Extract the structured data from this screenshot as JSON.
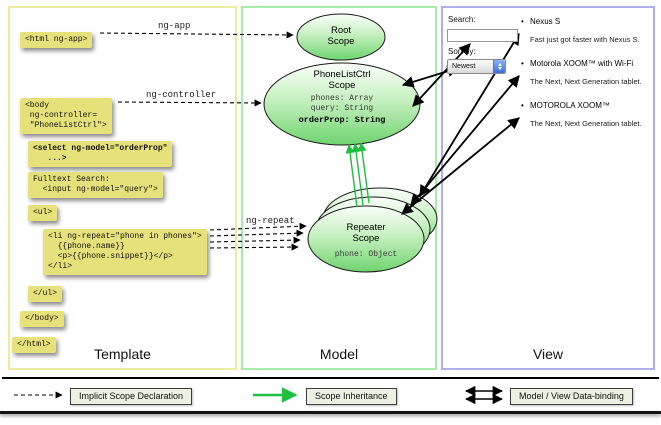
{
  "template_column": {
    "title": "Template",
    "boxes": {
      "html_open": "<html ng-app>",
      "body_open": "<body\n ng-controller=\n \"PhoneListCtrl\">",
      "select": "<select ng-model=\"orderProp\"\n   ...>",
      "fulltext": "Fulltext Search:\n  <input ng-model=\"query\">",
      "ul_open": "<ul>",
      "li_repeat": "<li ng-repeat=\"phone in phones\">\n  {{phone.name}}\n  <p>{{phone.snippet}}</p>\n</li>",
      "ul_close": "</ul>",
      "body_close": "</body>",
      "html_close": "</html>"
    }
  },
  "model_column": {
    "title": "Model",
    "root_scope": {
      "title": "Root\nScope"
    },
    "phonelist_scope": {
      "title": "PhoneListCtrl\nScope",
      "props": "phones: Array\nquery: String",
      "bold_prop": "orderProp: String"
    },
    "repeater_scope": {
      "title": "Repeater\nScope",
      "props": "phone: Object"
    }
  },
  "view_column": {
    "title": "View",
    "search_label": "Search:",
    "sort_label": "Sort by:",
    "sort_value": "Newest",
    "items": [
      {
        "name": "Nexus S",
        "snippet": "Fast just got faster with Nexus S."
      },
      {
        "name": "Motorola XOOM™ with Wi-Fi",
        "snippet": "The Next, Next Generation tablet."
      },
      {
        "name": "MOTOROLA XOOM™",
        "snippet": "The Next, Next Generation tablet."
      }
    ]
  },
  "arrow_labels": {
    "ng_app": "ng-app",
    "ng_controller": "ng-controller",
    "ng_repeat": "ng-repeat"
  },
  "legend": {
    "implicit": "Implicit Scope Declaration",
    "inheritance": "Scope Inheritance",
    "binding": "Model / View Data-binding"
  },
  "colors": {
    "code_box_bg": "#e6e17b",
    "template_border": "#eeeca0",
    "model_border": "#a8eca8",
    "view_border": "#aeaeea",
    "scope_fill_bottom": "#6fd46f",
    "arrow_green": "#1fbf3f",
    "arrow_black": "#000000"
  }
}
